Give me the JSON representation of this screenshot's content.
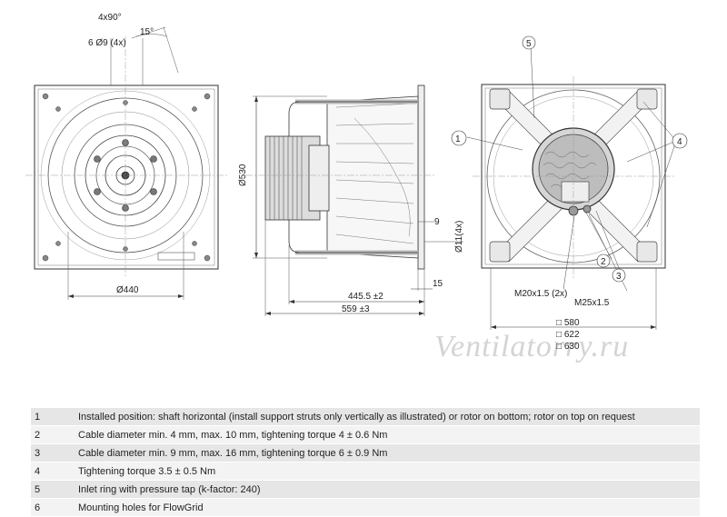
{
  "front_view": {
    "angle_label": "4x90°",
    "holes_label": "6  Ø9 (4x)",
    "offset_angle_label": "15°",
    "diameter_label": "Ø440"
  },
  "side_view": {
    "height_label": "Ø530",
    "flange_label": "9",
    "hole_label": "Ø11(4x)",
    "thickness_label": "15",
    "depth_label": "445.5 ±2",
    "overall_label": "559 ±3"
  },
  "rear_view": {
    "callout_1": "1",
    "callout_2": "2",
    "callout_3": "3",
    "callout_4": "4",
    "callout_5": "5",
    "gland_small_label": "M20x1.5 (2x)",
    "gland_large_label": "M25x1.5",
    "square_1": "□ 580",
    "square_2": "□ 622",
    "square_3": "□ 630"
  },
  "watermark": "Ventilatorry.ru",
  "notes": [
    {
      "num": "1",
      "text": "Installed position: shaft horizontal (install support struts only vertically as illustrated) or rotor on bottom; rotor on top on request"
    },
    {
      "num": "2",
      "text": "Cable diameter min. 4 mm, max. 10 mm, tightening torque 4 ± 0.6 Nm"
    },
    {
      "num": "3",
      "text": "Cable diameter min. 9 mm, max. 16 mm, tightening torque 6 ± 0.9 Nm"
    },
    {
      "num": "4",
      "text": "Tightening torque 3.5 ± 0.5 Nm"
    },
    {
      "num": "5",
      "text": "Inlet ring with pressure tap (k-factor: 240)"
    },
    {
      "num": "6",
      "text": "Mounting holes for FlowGrid"
    }
  ]
}
